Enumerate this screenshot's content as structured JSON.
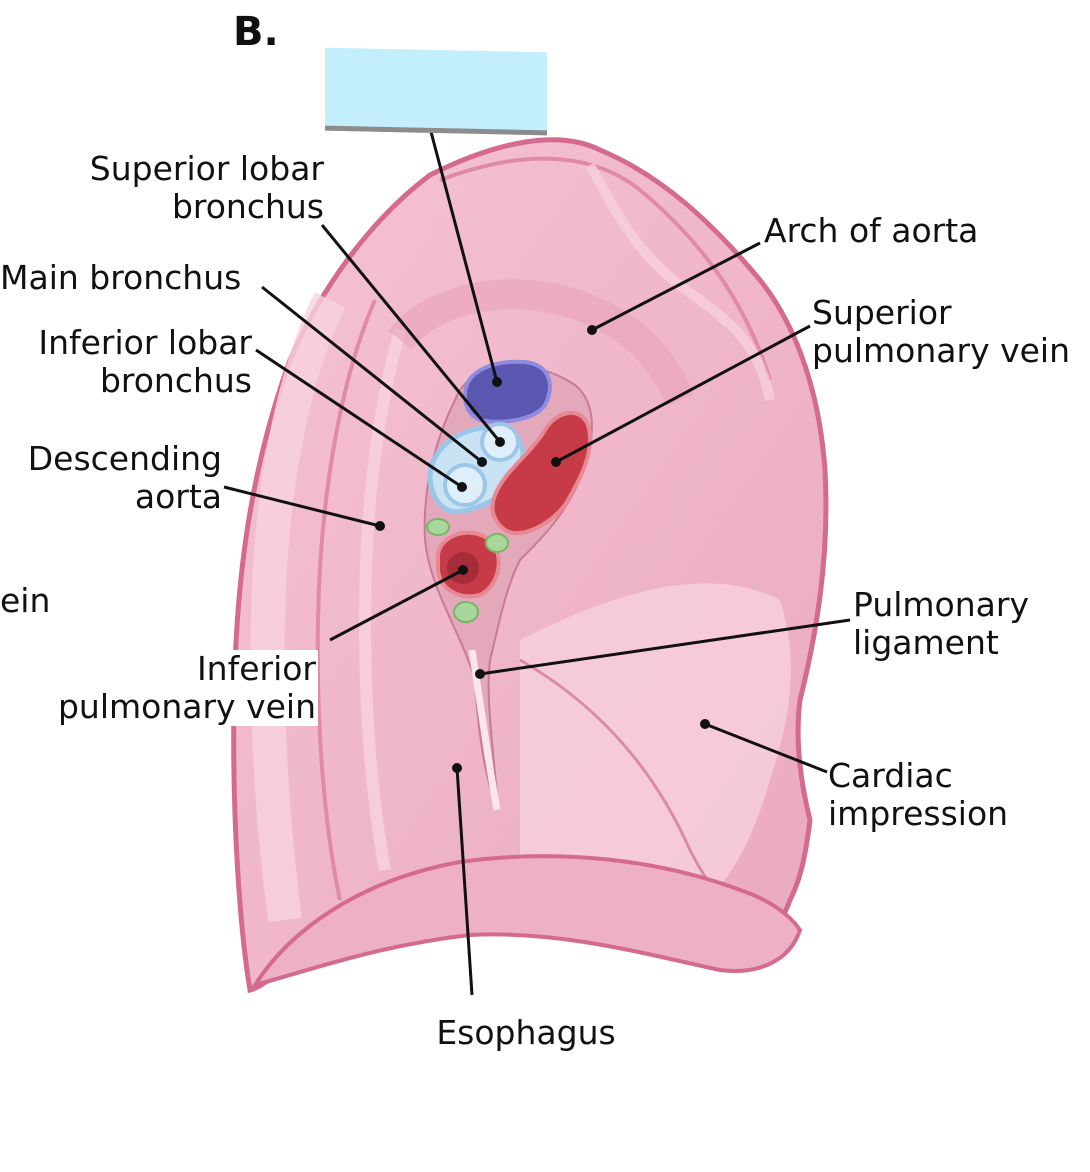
{
  "panel_letter": "B.",
  "hidden_answer_box": {
    "color": "#c3eefc"
  },
  "labels": {
    "superior_lobar_bronchus": [
      "Superior lobar",
      "bronchus"
    ],
    "main_bronchus": [
      "Main bronchus"
    ],
    "inferior_lobar_bronchus": [
      "Inferior lobar",
      "bronchus"
    ],
    "descending_aorta": [
      "Descending",
      "aorta"
    ],
    "partial_left": [
      "ein"
    ],
    "inferior_pulmonary_vein": [
      "Inferior",
      "pulmonary vein"
    ],
    "arch_of_aorta": [
      "Arch of aorta"
    ],
    "superior_pulmonary_vein": [
      "Superior",
      "pulmonary vein"
    ],
    "pulmonary_ligament": [
      "Pulmonary",
      "ligament"
    ],
    "cardiac_impression": [
      "Cardiac",
      "impression"
    ],
    "esophagus": [
      "Esophagus"
    ]
  },
  "colors": {
    "lung_fill": "#f2b8cb",
    "lung_outline": "#d46a8f",
    "lung_light": "#f8d3df",
    "artery": "#5b56b0",
    "vein": "#c73b49",
    "bronchus": "#c9e3f5",
    "lymph_node": "#a9d69a",
    "leader_line": "#111111"
  }
}
